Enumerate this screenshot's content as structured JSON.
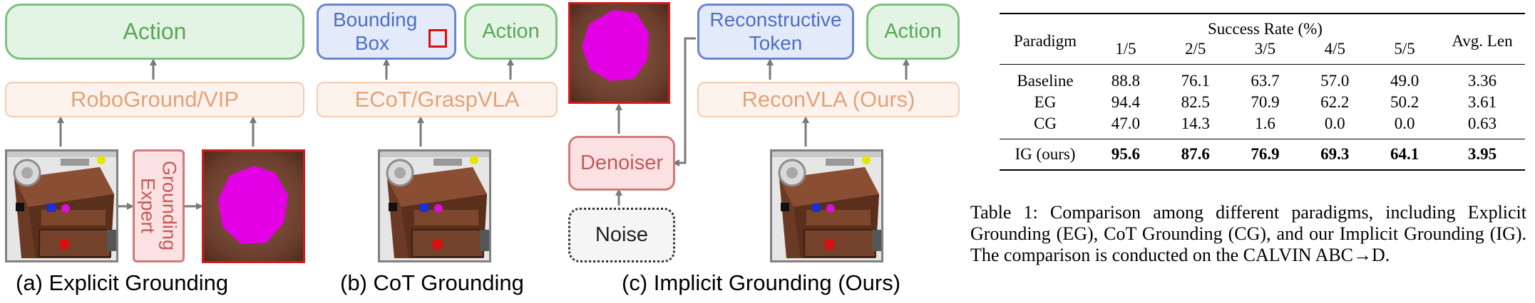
{
  "panels": {
    "a": {
      "action": "Action",
      "model": "RoboGround/VIP",
      "expert": "Grounding Expert",
      "caption": "(a) Explicit Grounding"
    },
    "b": {
      "bbox": "Bounding Box",
      "action": "Action",
      "model": "ECoT/GraspVLA",
      "caption": "(b) CoT Grounding"
    },
    "c": {
      "token": "Reconstructive Token",
      "action": "Action",
      "model": "ReconVLA (Ours)",
      "denoiser": "Denoiser",
      "noise": "Noise",
      "caption": "(c) Implicit Grounding (Ours)"
    }
  },
  "table": {
    "group_header": "Success Rate (%)",
    "columns": [
      "Paradigm",
      "1/5",
      "2/5",
      "3/5",
      "4/5",
      "5/5",
      "Avg. Len"
    ],
    "rows": [
      [
        "Baseline",
        "88.8",
        "76.1",
        "63.7",
        "57.0",
        "49.0",
        "3.36"
      ],
      [
        "EG",
        "94.4",
        "82.5",
        "70.9",
        "62.2",
        "50.2",
        "3.61"
      ],
      [
        "CG",
        "47.0",
        "14.3",
        "1.6",
        "0.0",
        "0.0",
        "0.63"
      ]
    ],
    "ours_row": [
      "IG (ours)",
      "95.6",
      "87.6",
      "76.9",
      "69.3",
      "64.1",
      "3.95"
    ],
    "caption": "Table 1: Comparison among different paradigms, including Explicit Grounding (EG), CoT Grounding (CG), and our Implicit Grounding (IG). The comparison is conducted on the CALVIN ABC→D."
  },
  "colors": {
    "action_green": "#5aa65a",
    "model_orange": "#e0a37c",
    "token_blue": "#4f6ec2",
    "denoiser_red": "#c45a5a",
    "target_magenta": "#e400e4"
  }
}
